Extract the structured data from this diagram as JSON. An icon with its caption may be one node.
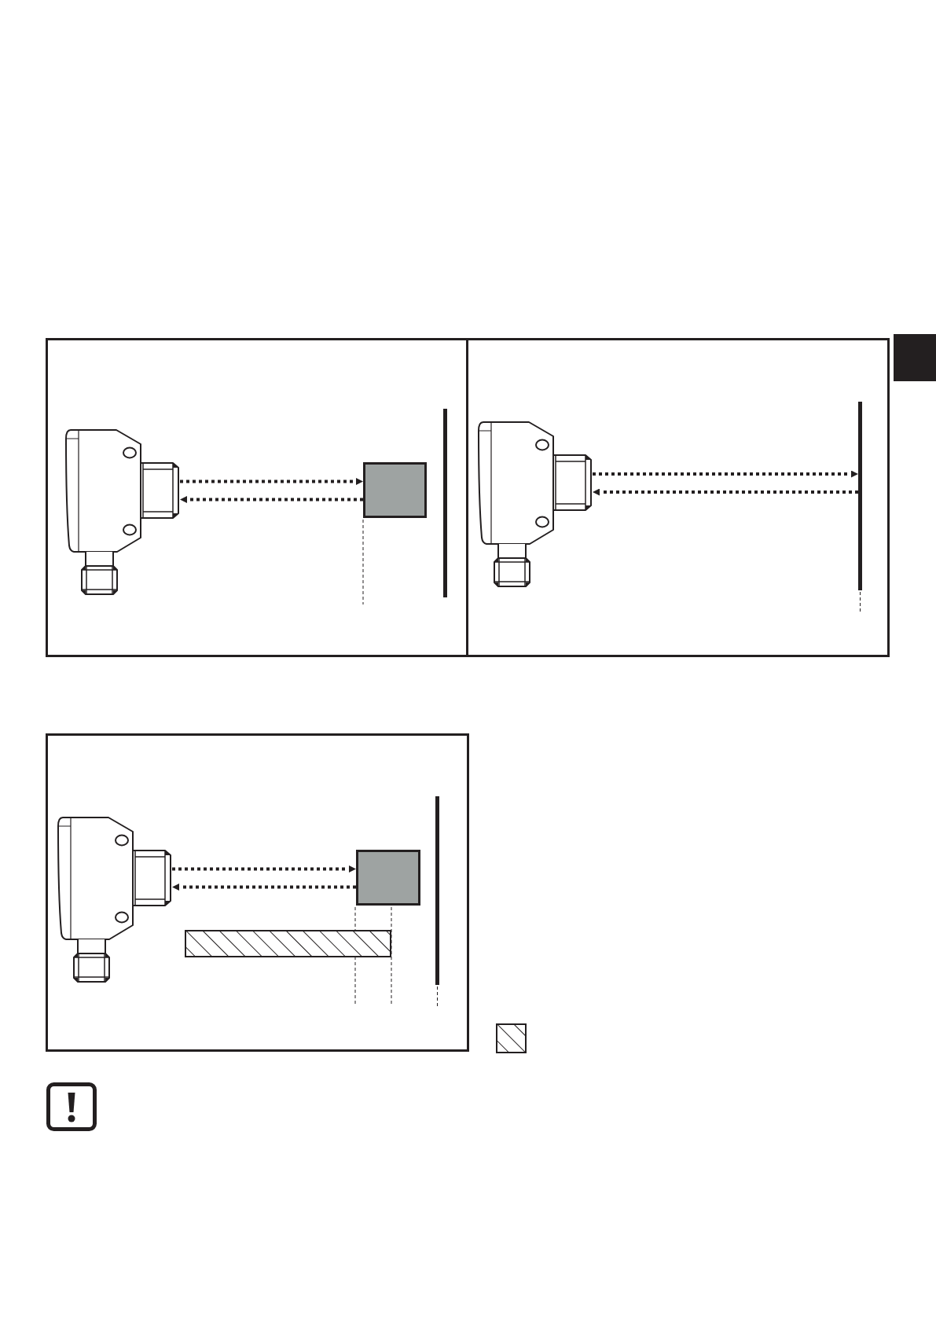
{
  "diagram": {
    "nodes": [
      {
        "text": [],
        "shape": "box"
      },
      {
        "text": [],
        "shape": "picture",
        "in": 0
      },
      {
        "text": [],
        "shape": "box",
        "in": 0
      },
      {
        "text": [],
        "shape": "bar",
        "in": 0
      },
      {
        "text": [],
        "shape": "box"
      },
      {
        "text": [],
        "shape": "picture",
        "in": 4
      },
      {
        "text": [],
        "shape": "bar",
        "in": 4
      },
      {
        "text": [],
        "shape": "box"
      },
      {
        "text": [],
        "shape": "picture",
        "in": 7
      },
      {
        "text": [],
        "shape": "box",
        "in": 7
      },
      {
        "text": [],
        "shape": "bar",
        "in": 7
      },
      {
        "text": [],
        "shape": "bar",
        "in": 7
      }
    ],
    "edges": [
      {
        "from": 1,
        "to": 2,
        "arrow": "to",
        "style": "dashed"
      },
      {
        "from": 2,
        "to": 1,
        "arrow": "to",
        "style": "dashed"
      },
      {
        "from": 5,
        "to": 6,
        "arrow": "to",
        "style": "dashed"
      },
      {
        "from": 6,
        "to": 5,
        "arrow": "to",
        "style": "dashed"
      },
      {
        "from": 8,
        "to": 9,
        "arrow": "to",
        "style": "dashed"
      },
      {
        "from": 9,
        "to": 8,
        "arrow": "to",
        "style": "dashed"
      }
    ]
  }
}
